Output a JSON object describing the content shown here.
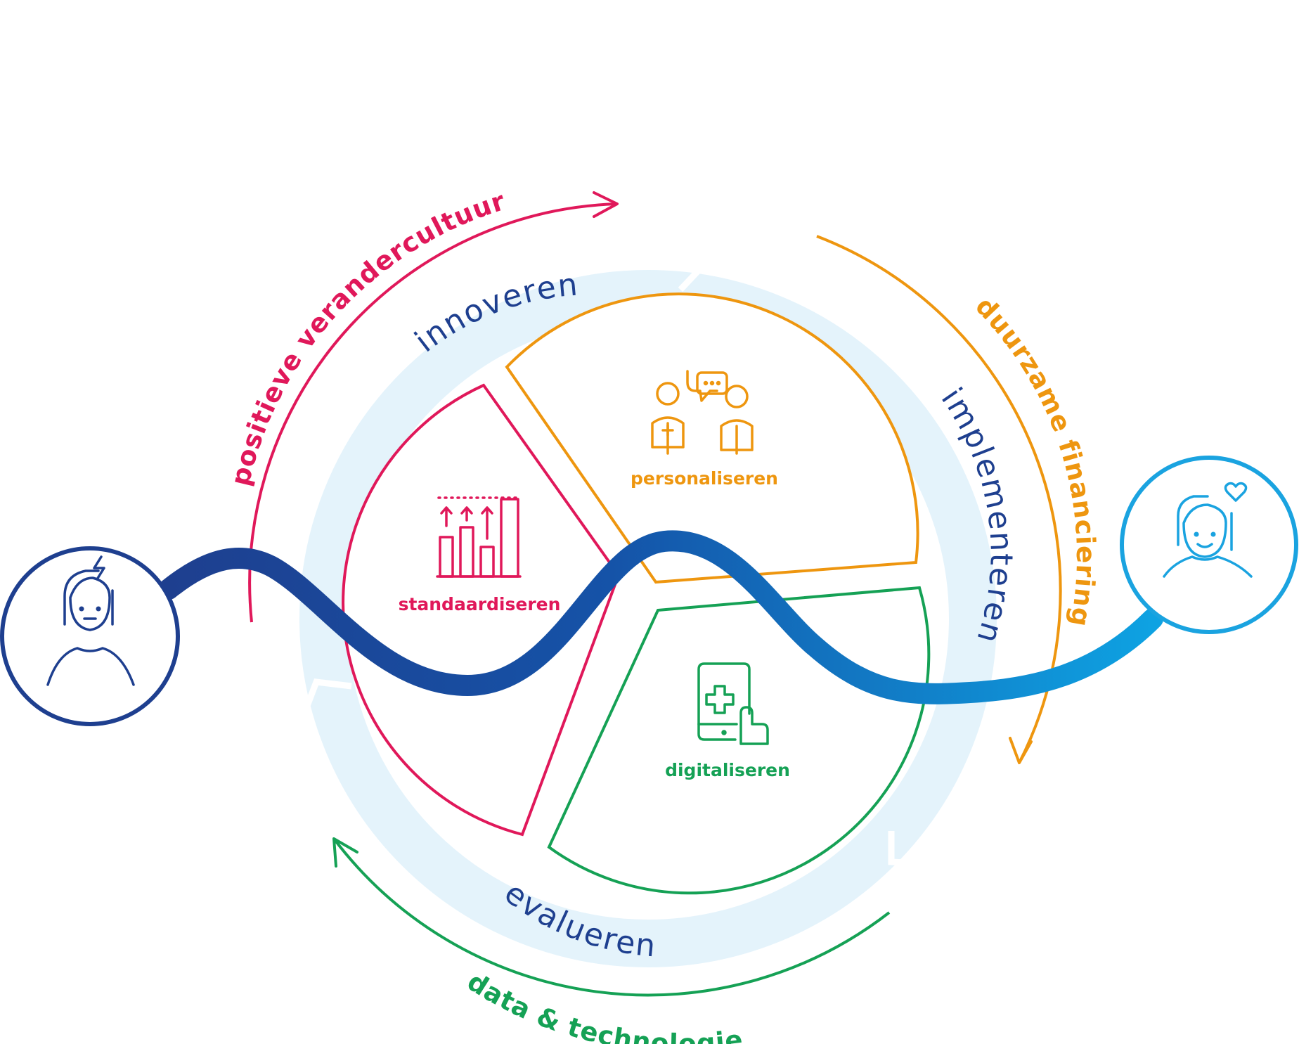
{
  "colors": {
    "navy": "#1e3f8f",
    "sky": "#1aa3e0",
    "pink": "#e0185a",
    "orange": "#ee960f",
    "green": "#15a155",
    "ring_fill": "#e4f3fb"
  },
  "ring": {
    "top_left": "innoveren",
    "right": "implementeren",
    "bottom": "evalueren"
  },
  "outer": {
    "top": "positieve verandercultuur",
    "right": "duurzame financiering",
    "bottom": "data & technologie"
  },
  "segments": {
    "standaardiseren": {
      "label": "standaardiseren",
      "icon": "bar-chart-arrows-icon"
    },
    "personaliseren": {
      "label": "personaliseren",
      "icon": "two-people-chat-icon"
    },
    "digitaliseren": {
      "label": "digitaliseren",
      "icon": "tablet-medical-cross-icon"
    }
  },
  "persons": {
    "start": {
      "icon": "stressed-person-icon"
    },
    "end": {
      "icon": "happy-person-heart-icon"
    }
  }
}
